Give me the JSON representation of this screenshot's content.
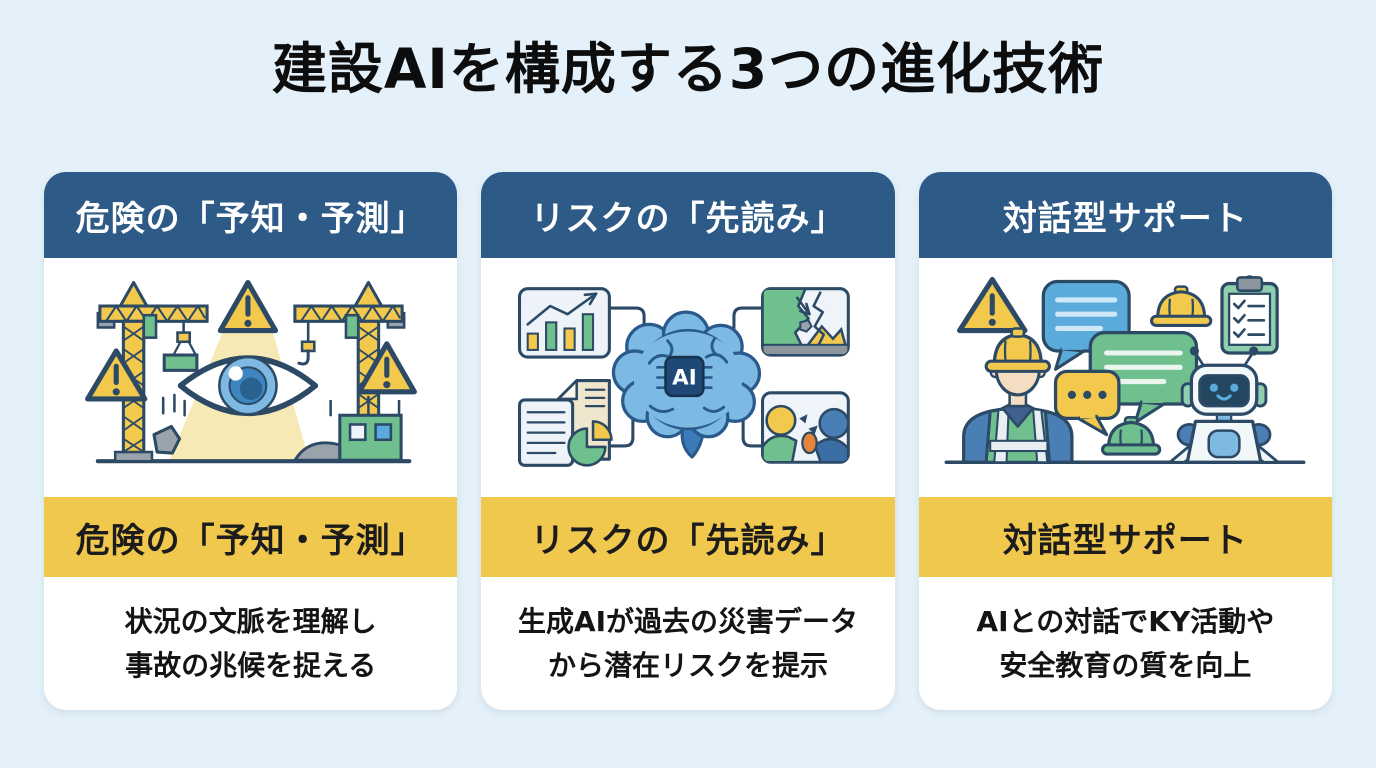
{
  "page_title": "建設AIを構成する3つの進化技術",
  "colors": {
    "background": "#e4f1fa",
    "header_blue": "#2d5a87",
    "band_yellow": "#f0c84e",
    "outline_navy": "#2c4a66",
    "accent_green": "#6fbf8f",
    "accent_light_blue": "#7db9e2"
  },
  "cards": [
    {
      "header_label": "危険の「予知・予測」",
      "band_label": "危険の「予知・予測」",
      "desc_line1": "状況の文脈を理解し",
      "desc_line2": "事故の兆候を捉える",
      "illustration": "construction-cranes-watchful-eye"
    },
    {
      "header_label": "リスクの「先読み」",
      "band_label": "リスクの「先読み」",
      "desc_line1": "生成AIが過去の災害データ",
      "desc_line2": "から潜在リスクを提示",
      "illustration": "ai-brain-linking-data-and-hazards",
      "chip_label": "AI"
    },
    {
      "header_label": "対話型サポート",
      "band_label": "対話型サポート",
      "desc_line1": "AIとの対話でKY活動や",
      "desc_line2": "安全教育の質を向上",
      "illustration": "worker-chatting-with-robot"
    }
  ]
}
